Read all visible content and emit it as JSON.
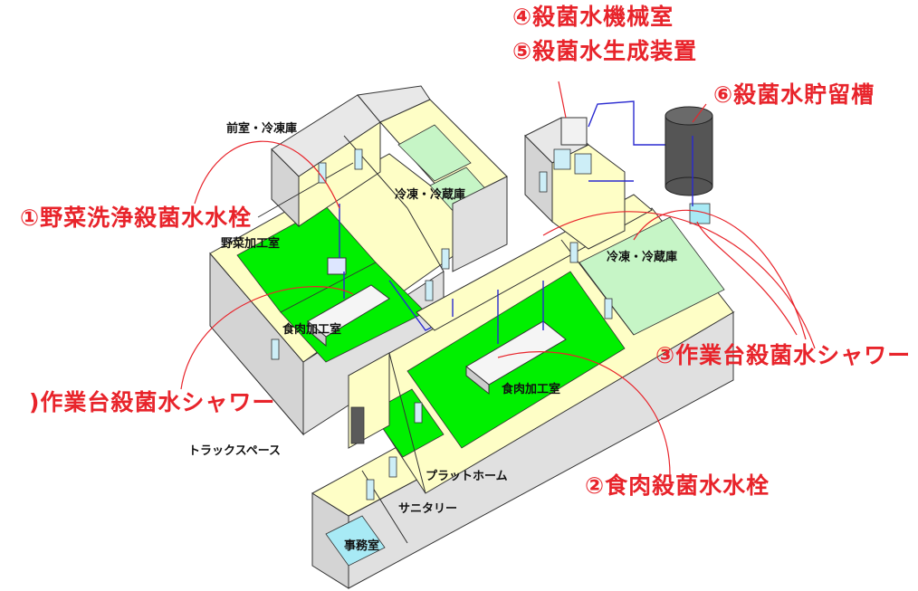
{
  "colors": {
    "floor_green": "#00f000",
    "wall_cream": "#fefec6",
    "wall_shadow": "#d4d4d4",
    "callout_red": "#e8242b",
    "pipe_blue": "#2a2ad0",
    "tank_gray": "#555555",
    "tile_light_green": "#c6f5c6",
    "office_cyan": "#a8eaf5"
  },
  "callouts": {
    "c1": "①野菜洗浄殺菌水水栓",
    "c2": "②食肉殺菌水水栓",
    "c3a": "③作業台殺菌水シャワー",
    "c3b": ")作業台殺菌水シャワー",
    "c4": "④殺菌水機械室",
    "c5": "⑤殺菌水生成装置",
    "c6": "⑥殺菌水貯留槽"
  },
  "rooms": {
    "anteroom": "前室・冷凍庫",
    "cold1": "冷凍・冷蔵庫",
    "veg": "野菜加工室",
    "meat1": "食肉加工室",
    "cold2": "冷凍・冷蔵庫",
    "meat2": "食肉加工室",
    "truck": "トラックスペース",
    "platform": "プラットホーム",
    "sanitary": "サニタリー",
    "office": "事務室"
  }
}
